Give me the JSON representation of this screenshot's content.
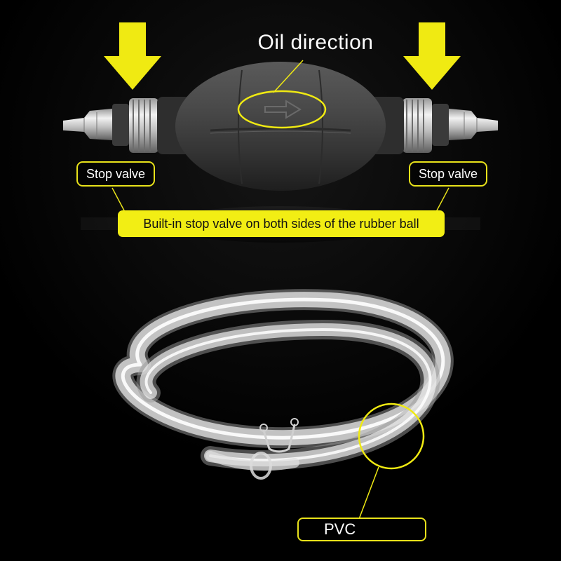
{
  "annotations": {
    "oil_direction": "Oil direction",
    "stop_valve_left": "Stop valve",
    "stop_valve_right": "Stop valve",
    "builtin_note": "Built-in stop valve on both sides of the rubber ball",
    "material": "PVC"
  },
  "colors": {
    "background": "#000000",
    "accent_yellow": "#f2ee14",
    "rubber_ball": "#3e3e3e",
    "metal": "#d9d9d9",
    "tube": "#e8e8e8"
  },
  "objects": {
    "pump": "rubber-bulb-pump-icon",
    "arrows": "arrow-down-icon",
    "hose": "clear-tube-icon"
  }
}
